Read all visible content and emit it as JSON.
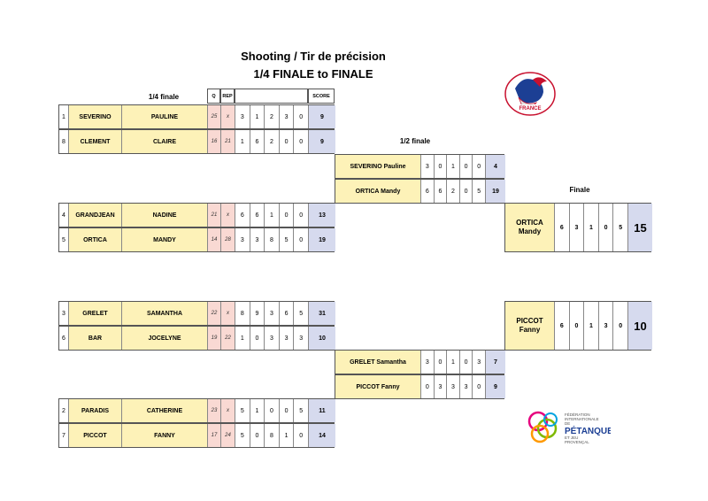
{
  "title_line1": "Shooting  / Tir de précision",
  "title_line2": "1/4 FINALE to FINALE",
  "quarter_label": "1/4 finale",
  "semi_label": "1/2 finale",
  "final_label": "Finale",
  "headers": {
    "q": "Q",
    "rep": "REP",
    "score": "SCORE"
  },
  "quarter_matches": [
    {
      "players": [
        {
          "rank": "1",
          "last": "SEVERINO",
          "first": "PAULINE",
          "q": "25",
          "rep": "x",
          "shots": [
            "3",
            "1",
            "2",
            "3",
            "0"
          ],
          "score": "9"
        },
        {
          "rank": "8",
          "last": "CLEMENT",
          "first": "CLAIRE",
          "q": "16",
          "rep": "21",
          "shots": [
            "1",
            "6",
            "2",
            "0",
            "0"
          ],
          "score": "9"
        }
      ]
    },
    {
      "players": [
        {
          "rank": "4",
          "last": "GRANDJEAN",
          "first": "NADINE",
          "q": "21",
          "rep": "x",
          "shots": [
            "6",
            "6",
            "1",
            "0",
            "0"
          ],
          "score": "13"
        },
        {
          "rank": "5",
          "last": "ORTICA",
          "first": "MANDY",
          "q": "14",
          "rep": "28",
          "shots": [
            "3",
            "3",
            "8",
            "5",
            "0"
          ],
          "score": "19"
        }
      ]
    },
    {
      "players": [
        {
          "rank": "3",
          "last": "GRELET",
          "first": "SAMANTHA",
          "q": "22",
          "rep": "x",
          "shots": [
            "8",
            "9",
            "3",
            "6",
            "5"
          ],
          "score": "31"
        },
        {
          "rank": "6",
          "last": "BAR",
          "first": "JOCELYNE",
          "q": "19",
          "rep": "22",
          "shots": [
            "1",
            "0",
            "3",
            "3",
            "3"
          ],
          "score": "10"
        }
      ]
    },
    {
      "players": [
        {
          "rank": "2",
          "last": "PARADIS",
          "first": "CATHERINE",
          "q": "23",
          "rep": "x",
          "shots": [
            "5",
            "1",
            "0",
            "0",
            "5"
          ],
          "score": "11"
        },
        {
          "rank": "7",
          "last": "PICCOT",
          "first": "FANNY",
          "q": "17",
          "rep": "24",
          "shots": [
            "5",
            "0",
            "8",
            "1",
            "0"
          ],
          "score": "14"
        }
      ]
    }
  ],
  "semi_matches": [
    {
      "players": [
        {
          "name": "SEVERINO Pauline",
          "shots": [
            "3",
            "0",
            "1",
            "0",
            "0"
          ],
          "score": "4"
        },
        {
          "name": "ORTICA Mandy",
          "shots": [
            "6",
            "6",
            "2",
            "0",
            "5"
          ],
          "score": "19"
        }
      ]
    },
    {
      "players": [
        {
          "name": "GRELET Samantha",
          "shots": [
            "3",
            "0",
            "1",
            "0",
            "3"
          ],
          "score": "7"
        },
        {
          "name": "PICCOT Fanny",
          "shots": [
            "0",
            "3",
            "3",
            "3",
            "0"
          ],
          "score": "9"
        }
      ]
    }
  ],
  "final_players": [
    {
      "name": "ORTICA\nMandy",
      "shots": [
        "6",
        "3",
        "1",
        "0",
        "5"
      ],
      "score": "15"
    },
    {
      "name": "PICCOT\nFanny",
      "shots": [
        "6",
        "0",
        "1",
        "3",
        "0"
      ],
      "score": "10"
    }
  ],
  "logo_top": {
    "text": "FRANCE",
    "icon": "ffpjp-rooster-logo"
  },
  "logo_bottom": {
    "line1": "FÉDÉRATION",
    "line2": "INTERNATIONALE",
    "line3": "DE",
    "line4": "PÉTANQUE",
    "line5": "ET JEU",
    "line6": "PROVENÇAL",
    "icon": "fipjp-logo"
  },
  "colors": {
    "name_fill": "#fdf2b8",
    "q_fill": "#f9d9d3",
    "score_fill": "#d6daee"
  }
}
